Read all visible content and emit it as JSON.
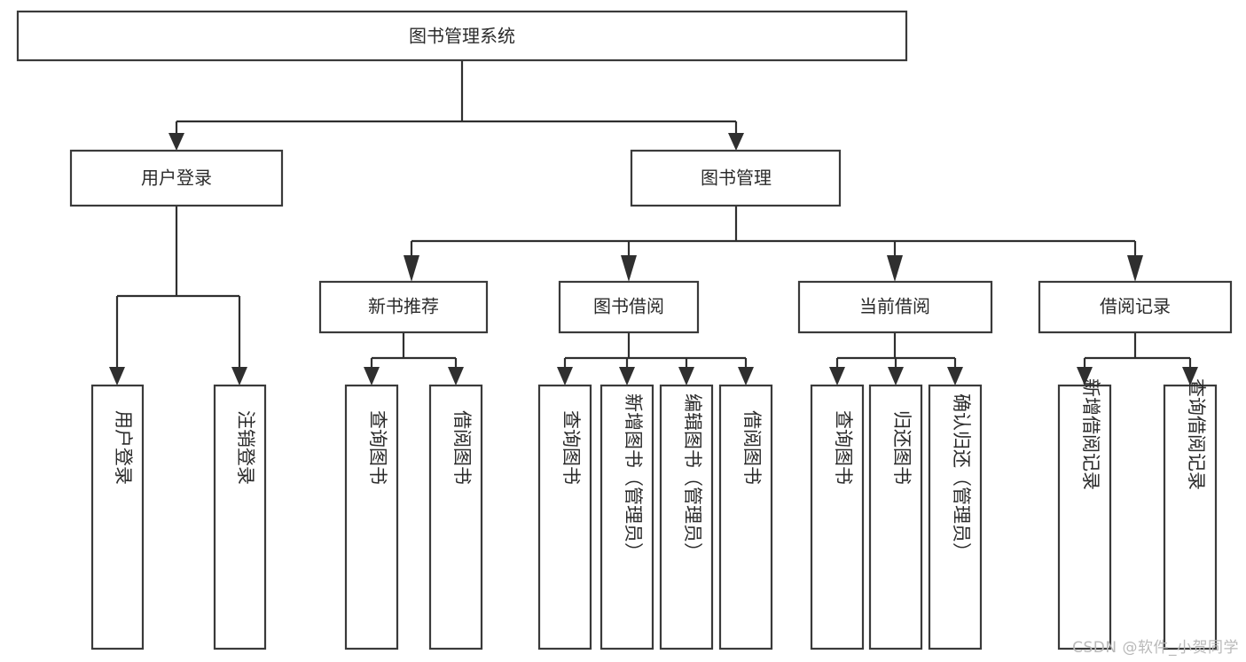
{
  "diagram": {
    "type": "tree-hierarchy",
    "title": "图书管理系统",
    "watermark": "CSDN @软件_小贺同学",
    "colors": {
      "box_stroke": "#3a3a3a",
      "box_fill": "#ffffff",
      "connector": "#2f2f2f",
      "text": "#2b2b2b",
      "watermark": "#b9b9b9",
      "background": "#ffffff"
    },
    "levels": {
      "root": {
        "label": "图书管理系统"
      },
      "level1": [
        {
          "label": "用户登录"
        },
        {
          "label": "图书管理"
        }
      ],
      "level2": [
        {
          "label": "新书推荐"
        },
        {
          "label": "图书借阅"
        },
        {
          "label": "当前借阅"
        },
        {
          "label": "借阅记录"
        }
      ],
      "leaves": {
        "user_login": [
          {
            "label": "用户登录"
          },
          {
            "label": "注销登录"
          }
        ],
        "new_book_recommend": [
          {
            "label": "查询图书"
          },
          {
            "label": "借阅图书"
          }
        ],
        "book_borrow": [
          {
            "label": "查询图书"
          },
          {
            "label": "新增图书（管理员）"
          },
          {
            "label": "编辑图书（管理员）"
          },
          {
            "label": "借阅图书"
          }
        ],
        "current_borrow": [
          {
            "label": "查询图书"
          },
          {
            "label": "归还图书"
          },
          {
            "label": "确认归还（管理员）"
          }
        ],
        "borrow_record": [
          {
            "label": "新增借阅记录"
          },
          {
            "label": "查询借阅记录"
          }
        ]
      }
    }
  }
}
